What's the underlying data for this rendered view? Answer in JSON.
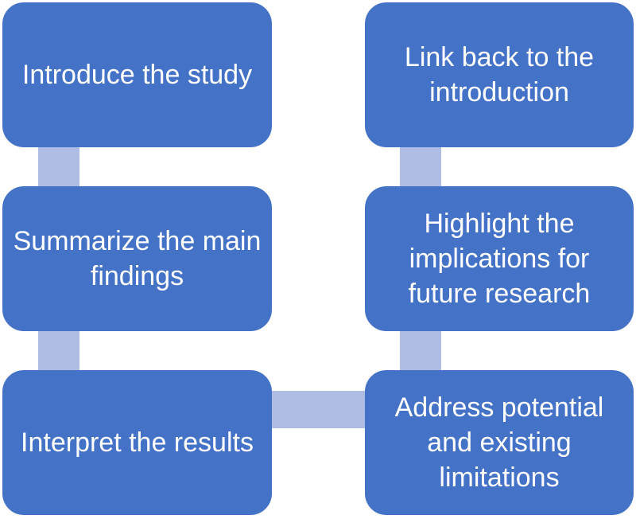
{
  "diagram": {
    "type": "flow-process",
    "colors": {
      "node_fill": "#4472C6",
      "connector_fill": "#AFBCE3",
      "node_text": "#FFFFFF",
      "background": "#FFFFFF"
    },
    "nodes": [
      {
        "id": "introduce-the-study",
        "label": "Introduce the study"
      },
      {
        "id": "summarize-the-main-findings",
        "label": "Summarize the main findings"
      },
      {
        "id": "interpret-the-results",
        "label": "Interpret the results"
      },
      {
        "id": "address-potential-and-existing-limitations",
        "label": "Address potential and existing limitations"
      },
      {
        "id": "highlight-the-implications-for-future-research",
        "label": "Highlight the implications for future research"
      },
      {
        "id": "link-back-to-the-introduction",
        "label": "Link back to the introduction"
      }
    ],
    "connections": [
      {
        "from": "introduce-the-study",
        "to": "summarize-the-main-findings"
      },
      {
        "from": "summarize-the-main-findings",
        "to": "interpret-the-results"
      },
      {
        "from": "interpret-the-results",
        "to": "address-potential-and-existing-limitations"
      },
      {
        "from": "address-potential-and-existing-limitations",
        "to": "highlight-the-implications-for-future-research"
      },
      {
        "from": "highlight-the-implications-for-future-research",
        "to": "link-back-to-the-introduction"
      }
    ]
  }
}
